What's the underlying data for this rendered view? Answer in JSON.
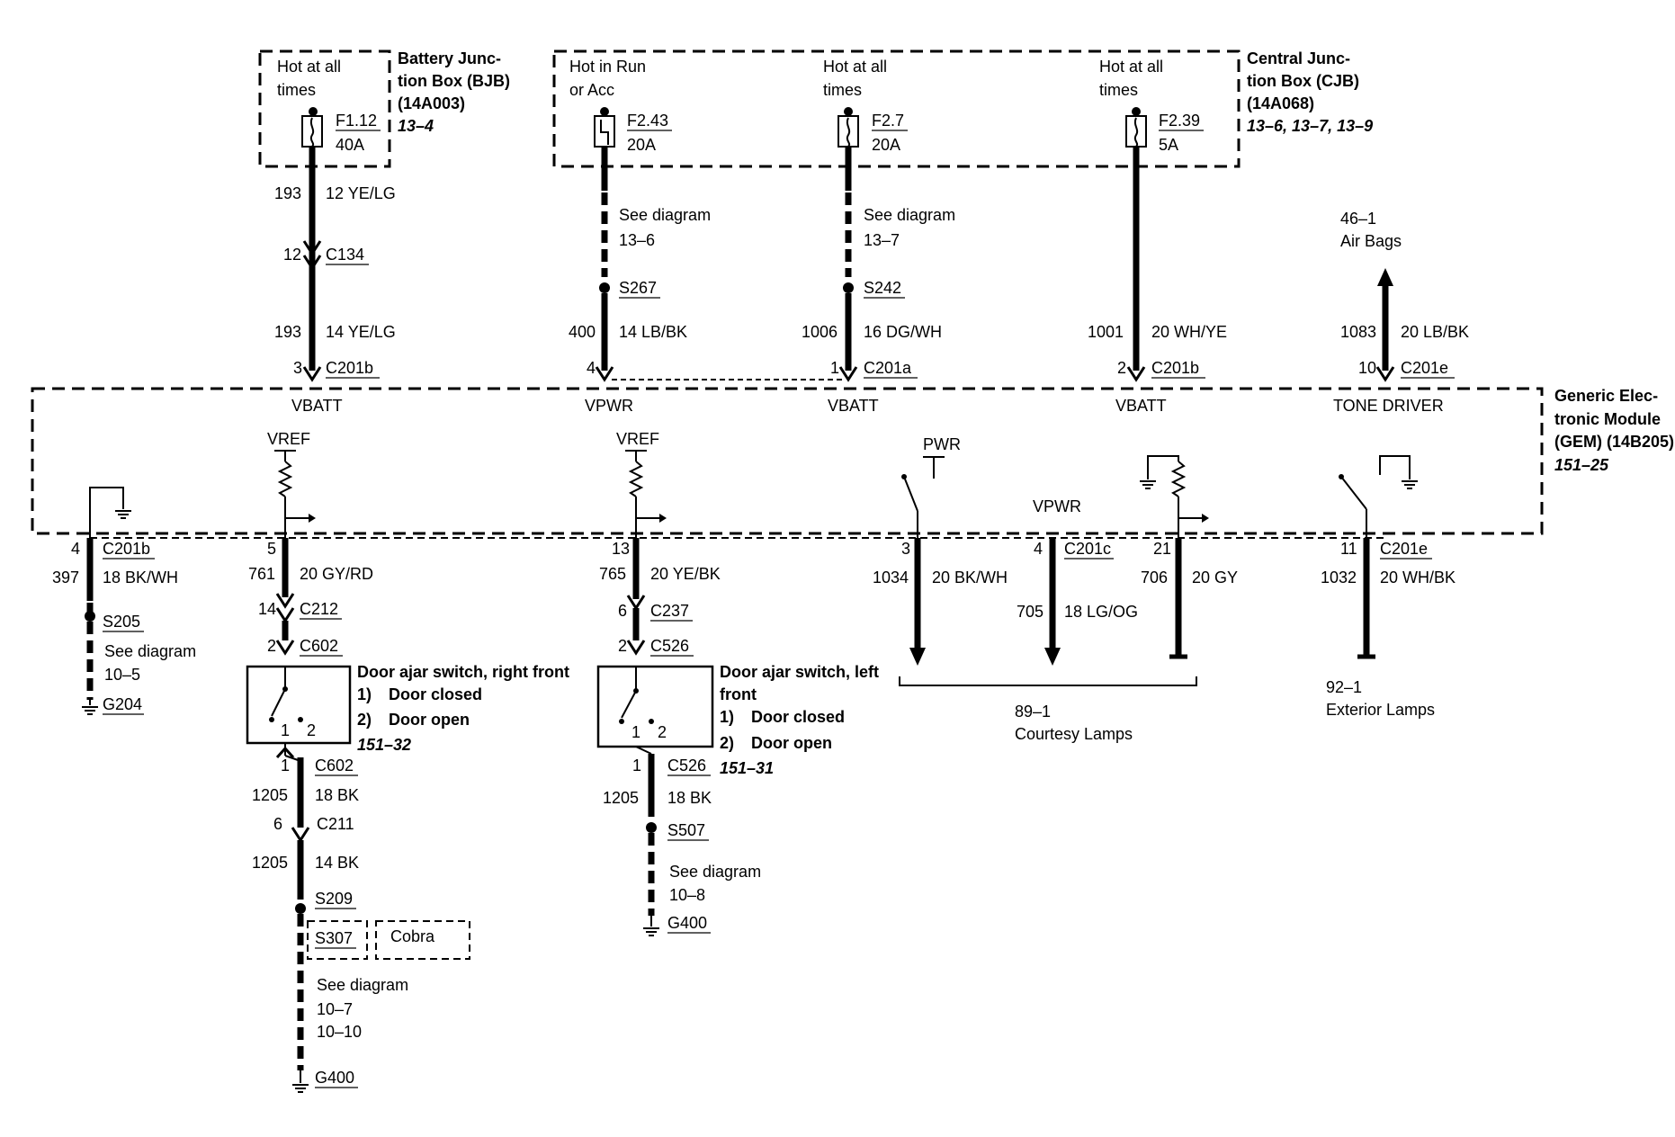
{
  "bjb": {
    "hot": [
      "Hot at all",
      "times"
    ],
    "fuse": "F1.12",
    "amps": "40A",
    "name": [
      "Battery Junc-",
      "tion Box (BJB)",
      "(14A003)"
    ],
    "ref": "13–4"
  },
  "cjb": {
    "name": [
      "Central Junc-",
      "tion Box (CJB)",
      "(14A068)"
    ],
    "ref": "13–6, 13–7, 13–9",
    "f1": {
      "hot": [
        "Hot in Run",
        "or Acc"
      ],
      "fuse": "F2.43",
      "amps": "20A"
    },
    "f2": {
      "hot": [
        "Hot at all",
        "times"
      ],
      "fuse": "F2.7",
      "amps": "20A"
    },
    "f3": {
      "hot": [
        "Hot at all",
        "times"
      ],
      "fuse": "F2.39",
      "amps": "5A"
    }
  },
  "top": {
    "c1": {
      "circ1": "193",
      "wire1": "12 YE/LG",
      "pin134": "12",
      "c134": "C134",
      "circ2": "193",
      "wire2": "14 YE/LG",
      "pin": "3",
      "conn": "C201b",
      "term": "VBATT"
    },
    "c2": {
      "see": "See diagram",
      "ref": "13–6",
      "splice": "S267",
      "circ": "400",
      "wire": "14 LB/BK",
      "pin": "4",
      "term": "VPWR"
    },
    "c3": {
      "see": "See diagram",
      "ref": "13–7",
      "splice": "S242",
      "circ": "1006",
      "wire": "16 DG/WH",
      "pin": "1",
      "conn": "C201a",
      "term": "VBATT"
    },
    "c4": {
      "circ": "1001",
      "wire": "20 WH/YE",
      "pin": "2",
      "conn": "C201b",
      "term": "VBATT"
    },
    "c5": {
      "ref": "46–1",
      "dest": "Air Bags",
      "circ": "1083",
      "wire": "20 LB/BK",
      "pin": "10",
      "conn": "C201e",
      "term": "TONE DRIVER"
    }
  },
  "gem": {
    "name": [
      "Generic Elec-",
      "tronic Module",
      "(GEM) (14B205)"
    ],
    "ref": "151–25",
    "vref": "VREF",
    "pwr": "PWR",
    "vpwr": "VPWR"
  },
  "bottom": {
    "b1": {
      "pin": "4",
      "conn": "C201b",
      "circ": "397",
      "wire": "18 BK/WH",
      "splice": "S205",
      "see": "See diagram",
      "ref": "10–5",
      "ground": "G204"
    },
    "b2": {
      "pin": "5",
      "circ": "761",
      "wire": "20 GY/RD",
      "pin212": "14",
      "c212": "C212",
      "pin602": "2",
      "c602": "C602",
      "switch": [
        "Door ajar switch, right front"
      ],
      "opt1": "Door closed",
      "opt2": "Door open",
      "n1": "1)",
      "n2": "2)",
      "ref": "151–32",
      "sp1": "1",
      "sp2": "2",
      "outpin": "1",
      "outconn": "C602",
      "circ2": "1205",
      "wire2": "18 BK",
      "pin211": "6",
      "c211": "C211",
      "circ3": "1205",
      "wire3": "14 BK",
      "splice1": "S209",
      "splice2": "S307",
      "option": "Cobra",
      "see": "See diagram",
      "ref1": "10–7",
      "ref2": "10–10",
      "ground": "G400"
    },
    "b3": {
      "pin": "13",
      "circ": "765",
      "wire": "20 YE/BK",
      "pin237": "6",
      "c237": "C237",
      "pin526": "2",
      "c526": "C526",
      "switch": [
        "Door ajar switch, left",
        "front"
      ],
      "opt1": "Door closed",
      "opt2": "Door open",
      "n1": "1)",
      "n2": "2)",
      "ref": "151–31",
      "sp1": "1",
      "sp2": "2",
      "outpin": "1",
      "outconn": "C526",
      "circ2": "1205",
      "wire2": "18 BK",
      "splice": "S507",
      "see": "See diagram",
      "ref2": "10–8",
      "ground": "G400"
    },
    "b4": {
      "pinA": "3",
      "circA": "1034",
      "wireA": "20 BK/WH",
      "pinB": "4",
      "connB": "C201c",
      "circB": "705",
      "wireB": "18 LG/OG",
      "pinC": "21",
      "circC": "706",
      "wireC": "20 GY",
      "ref": "89–1",
      "dest": "Courtesy Lamps"
    },
    "b5": {
      "pin": "11",
      "conn": "C201e",
      "circ": "1032",
      "wire": "20 WH/BK",
      "ref": "92–1",
      "dest": "Exterior Lamps"
    }
  }
}
